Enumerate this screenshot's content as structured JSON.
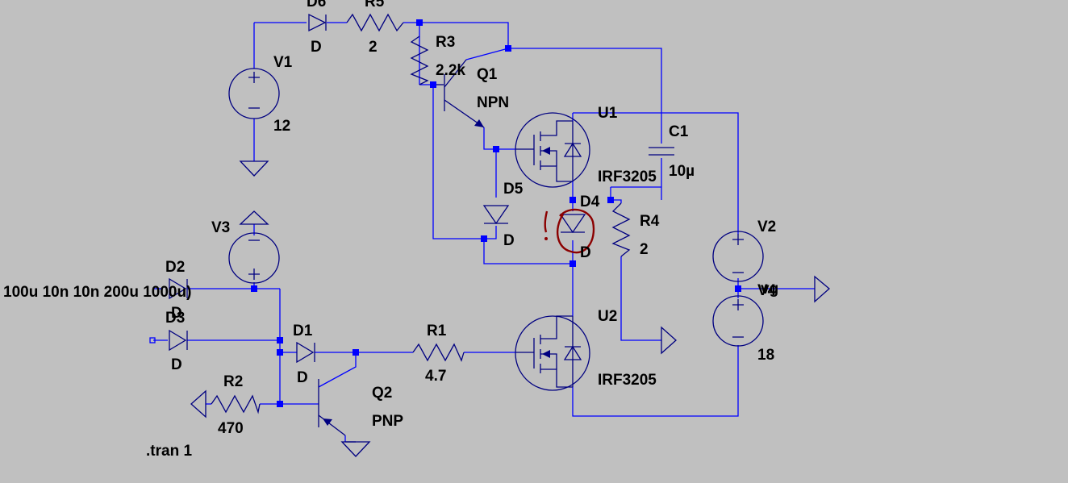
{
  "components": [
    {
      "ref": "D6",
      "value": "D",
      "kind": "diode"
    },
    {
      "ref": "R5",
      "value": "2",
      "kind": "resistor"
    },
    {
      "ref": "R3",
      "value": "2.2k",
      "kind": "resistor"
    },
    {
      "ref": "V1",
      "value": "12",
      "kind": "voltage-source"
    },
    {
      "ref": "Q1",
      "value": "NPN",
      "kind": "npn-transistor"
    },
    {
      "ref": "U1",
      "value": "IRF3205",
      "kind": "nmos"
    },
    {
      "ref": "C1",
      "value": "10µ",
      "kind": "capacitor"
    },
    {
      "ref": "D5",
      "value": "D",
      "kind": "diode"
    },
    {
      "ref": "D4",
      "value": "D",
      "kind": "diode"
    },
    {
      "ref": "R4",
      "value": "2",
      "kind": "resistor"
    },
    {
      "ref": "V2",
      "value": "",
      "kind": "voltage-source"
    },
    {
      "ref": "V3",
      "value": "",
      "kind": "voltage-source"
    },
    {
      "ref": "V4",
      "value": "18",
      "kind": "voltage-source"
    },
    {
      "ref": "D2",
      "value": "D",
      "kind": "diode"
    },
    {
      "ref": "D3",
      "value": "D",
      "kind": "diode"
    },
    {
      "ref": "D1",
      "value": "D",
      "kind": "diode"
    },
    {
      "ref": "R1",
      "value": "4.7",
      "kind": "resistor"
    },
    {
      "ref": "R2",
      "value": "470",
      "kind": "resistor"
    },
    {
      "ref": "Q2",
      "value": "PNP",
      "kind": "pnp-transistor"
    },
    {
      "ref": "U2",
      "value": "IRF3205",
      "kind": "nmos"
    }
  ],
  "labels": {
    "v1_ref": "V1",
    "v1_val": "12",
    "d6_ref": "D6",
    "d6_val": "D",
    "r5_ref": "R5",
    "r5_val": "2",
    "r3_ref": "R3",
    "r3_val": "2.2k",
    "q1_ref": "Q1",
    "q1_val": "NPN",
    "u1_ref": "U1",
    "u1_val": "IRF3205",
    "c1_ref": "C1",
    "c1_val": "10µ",
    "d5_ref": "D5",
    "d5_val": "D",
    "d4_ref": "D4",
    "d4_val": "D",
    "r4_ref": "R4",
    "r4_val": "2",
    "v2_ref": "V2",
    "v3_ref": "V3",
    "v4_val": "18",
    "v_overlap": "V4",
    "vg_label": "vg",
    "d2_ref": "D2",
    "d2_val": "D",
    "d3_ref": "D3",
    "d3_val": "D",
    "pulse": "100u 10n 10n 200u 1000u)",
    "d1_ref": "D1",
    "d1_val": "D",
    "r1_ref": "R1",
    "r1_val": "4.7",
    "r2_ref": "R2",
    "r2_val": "470",
    "q2_ref": "Q2",
    "q2_val": "PNP",
    "u2_ref": "U2",
    "u2_val": "IRF3205",
    "tran": ".tran 1"
  },
  "annotation": {
    "mark": "!",
    "color": "#8b0000"
  },
  "colors": {
    "background": "#c0c0c0",
    "wire": "#0000ff",
    "component": "#000080",
    "text": "#000000"
  }
}
